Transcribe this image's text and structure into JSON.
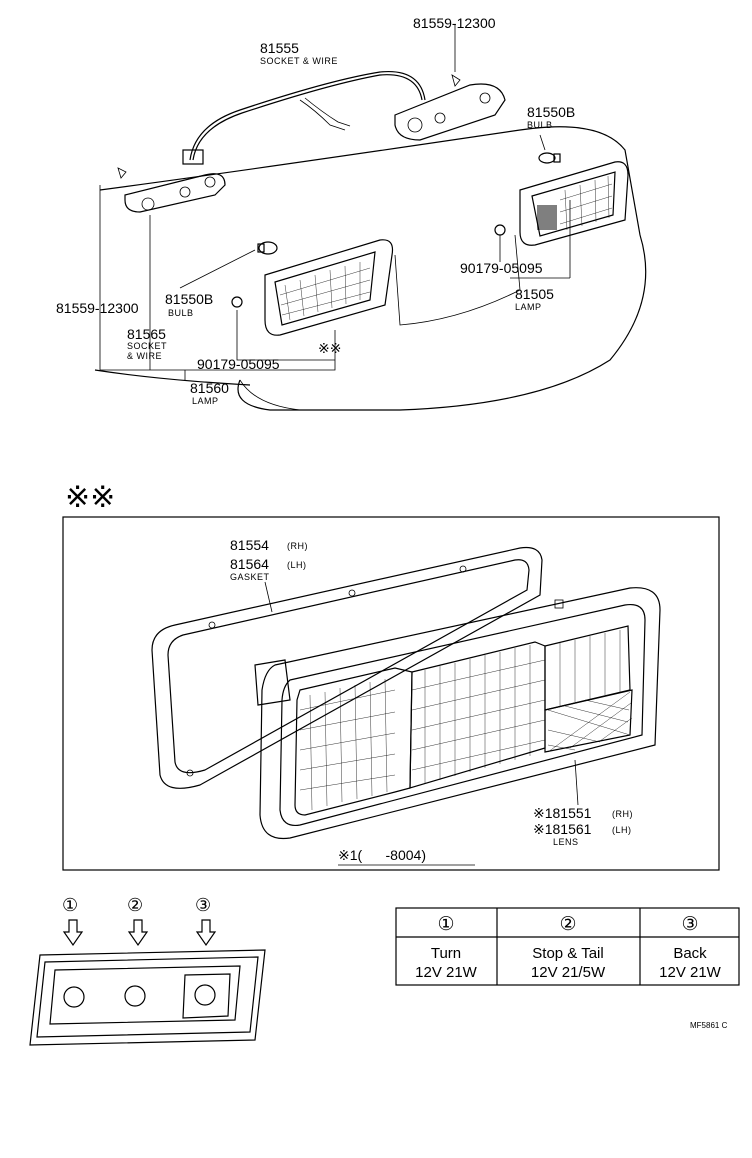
{
  "top": {
    "socket_wire_top": {
      "part": "81555",
      "name": "SOCKET & WIRE"
    },
    "screw_top": {
      "part": "81559-12300"
    },
    "bulb_rh": {
      "part": "81550B",
      "name": "BULB"
    },
    "nut_rh": {
      "part": "90179-05095"
    },
    "lamp_rh": {
      "part": "81505",
      "name": "LAMP"
    },
    "screw_left": {
      "part": "81559-12300"
    },
    "bulb_lh": {
      "part": "81550B",
      "name": "BULB"
    },
    "socket_wire_lh": {
      "part": "81565",
      "name1": "SOCKET",
      "name2": "& WIRE"
    },
    "nut_lh": {
      "part": "90179-05095"
    },
    "detail_marker": "※※",
    "lamp_lh": {
      "part": "81560",
      "name": "LAMP"
    }
  },
  "detail": {
    "marker": "※※",
    "gasket_rh": {
      "part": "81554",
      "side": "(RH)"
    },
    "gasket_lh": {
      "part": "81564",
      "side": "(LH)",
      "name": "GASKET"
    },
    "lens_rh": {
      "part": "※181551",
      "side": "(RH)"
    },
    "lens_lh": {
      "part": "※181561",
      "side": "(LH)",
      "name": "LENS"
    },
    "footnote": "※1(      -8004)"
  },
  "bulb_positions": [
    "①",
    "②",
    "③"
  ],
  "bulb_table": {
    "columns": [
      {
        "num": "①",
        "name": "Turn",
        "spec": "12V 21W"
      },
      {
        "num": "②",
        "name": "Stop & Tail",
        "spec": "12V 21/5W"
      },
      {
        "num": "③",
        "name": "Back",
        "spec": "12V 21W"
      }
    ]
  },
  "diagram_code": "MF5861 C"
}
